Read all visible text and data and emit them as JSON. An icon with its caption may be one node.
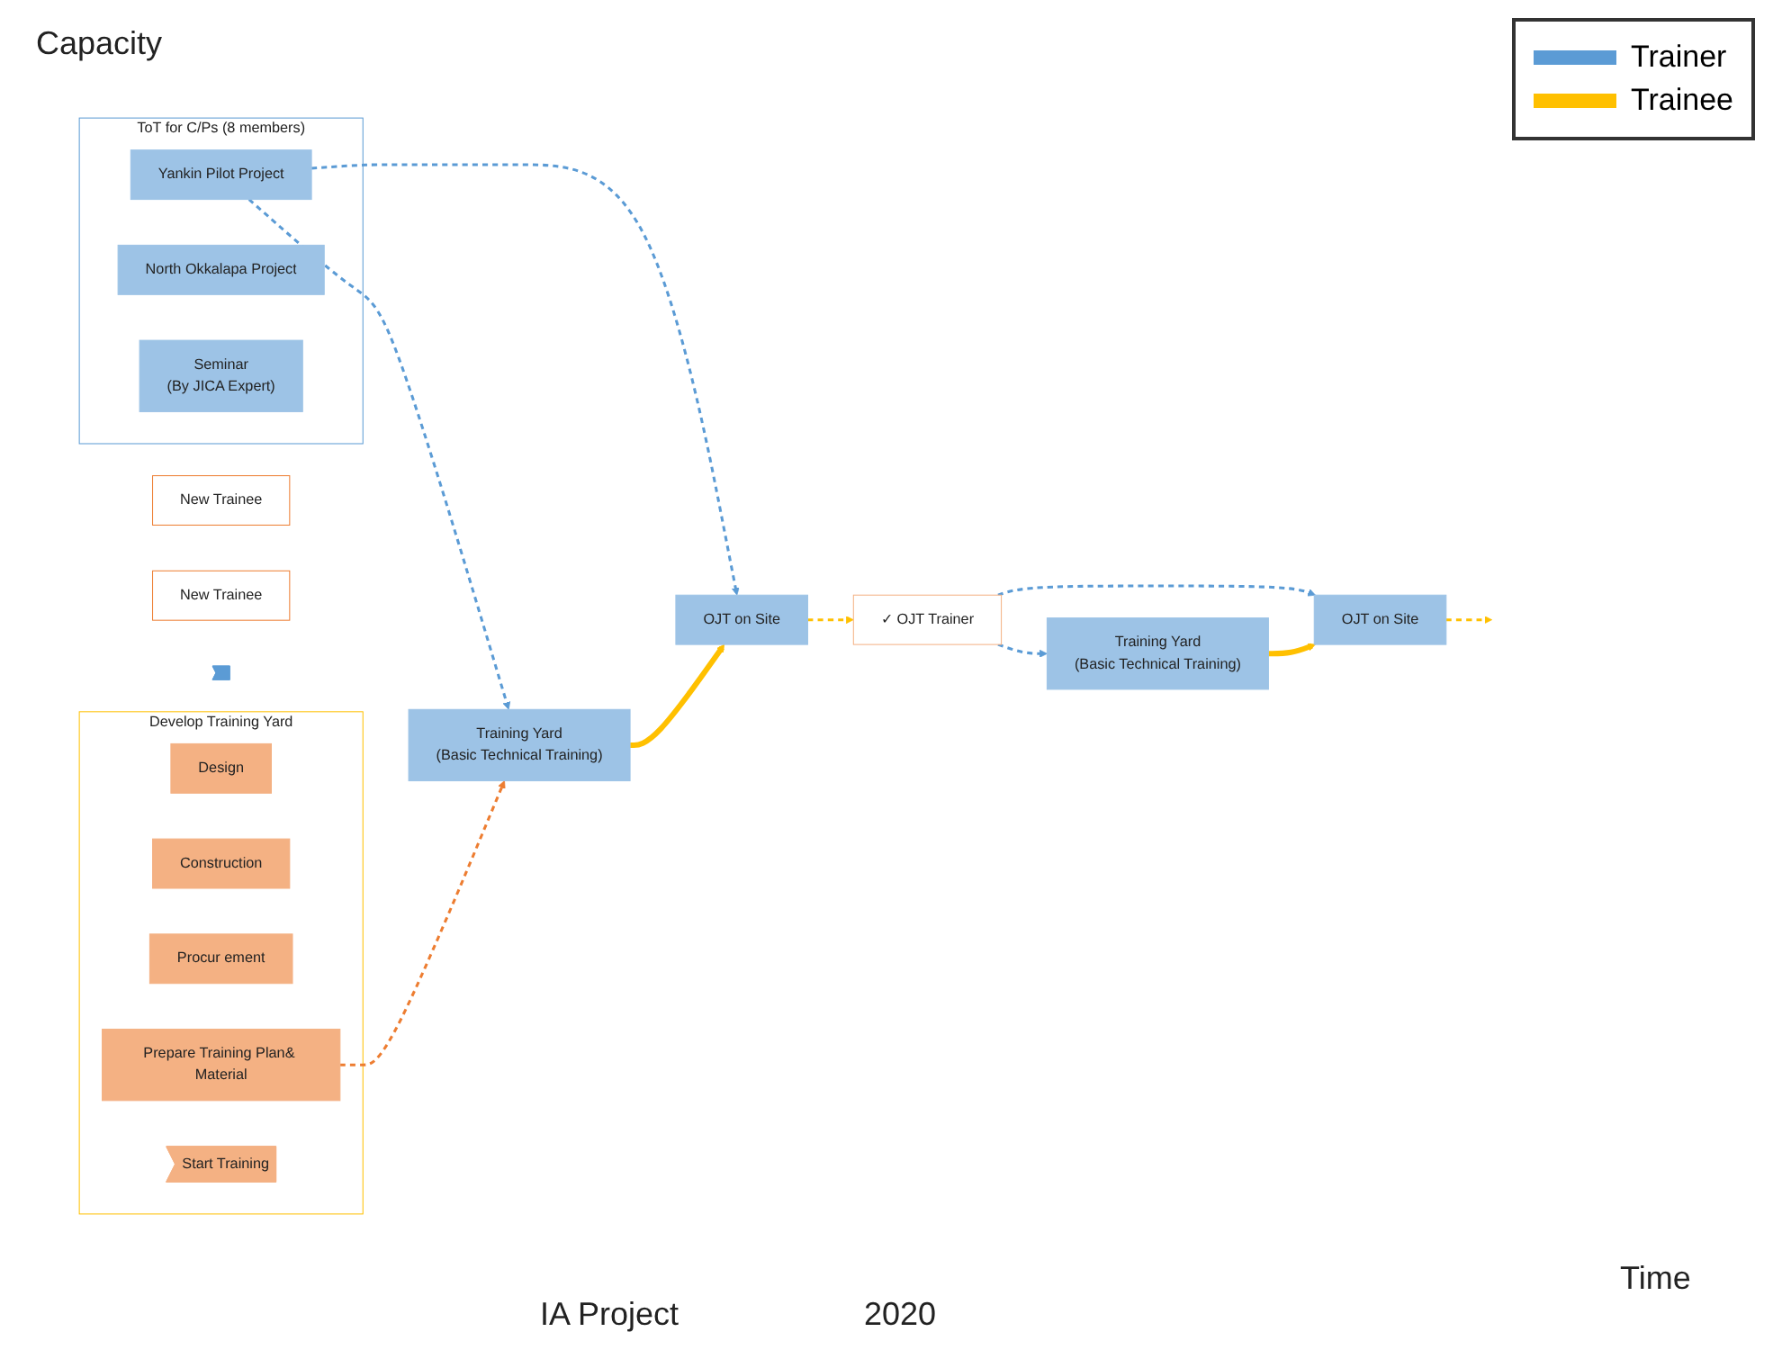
{
  "diagram": {
    "nodes": [
      {
        "text": [
          "ToT for C/Ps (8 members)"
        ]
      },
      {
        "text": [
          "Yankin Pilot Project"
        ],
        "in": 0
      },
      {
        "text": [
          "North Okkalapa Project"
        ],
        "in": 0
      },
      {
        "text": [
          "Seminar",
          "(By JICA Expert)"
        ],
        "in": 0
      },
      {
        "text": [
          "✓ OJT Trainer"
        ]
      },
      {
        "text": [
          "OJT on Site"
        ]
      },
      {
        "text": [
          "Training Yard",
          "(Basic Technical Training)"
        ]
      },
      {
        "text": [
          "New Trainee"
        ]
      },
      {
        "text": [
          "OJT on Site"
        ]
      },
      {
        "text": [
          "Training Yard",
          "(Basic Technical Training)"
        ]
      },
      {
        "text": [
          "New Trainee"
        ]
      },
      {
        "text": [],
        "shape": "arrow"
      },
      {
        "text": [
          "Develop Training Yard"
        ]
      },
      {
        "text": [
          "Design"
        ],
        "in": 12
      },
      {
        "text": [
          "Construction"
        ],
        "in": 12
      },
      {
        "text": [
          "Procur ement"
        ],
        "in": 12
      },
      {
        "text": [
          "Prepare Training Plan& Material"
        ],
        "in": 12
      },
      {
        "text": [
          "Start Training"
        ],
        "in": 12
      }
    ],
    "edges": [
      {
        "from": 1,
        "to": 5,
        "arrow": "to",
        "style": "dashed",
        "color": "#5b9bd5"
      },
      {
        "from": 1,
        "to": 6,
        "arrow": "to",
        "style": "dashed",
        "color": "#5b9bd5"
      },
      {
        "from": 6,
        "to": 5,
        "arrow": "to",
        "style": "thick",
        "color": "#ffc000"
      },
      {
        "from": 5,
        "to": 4,
        "arrow": "to",
        "style": "dashed",
        "color": "#ffc000"
      },
      {
        "from": 4,
        "to": 8,
        "arrow": "to",
        "style": "dashed",
        "color": "#5b9bd5"
      },
      {
        "from": 4,
        "to": 9,
        "arrow": "to",
        "style": "dashed",
        "color": "#5b9bd5"
      },
      {
        "from": 9,
        "to": 8,
        "arrow": "to",
        "style": "thick",
        "color": "#ffc000"
      },
      {
        "from": 8,
        "to": null,
        "arrow": "to",
        "style": "dashed",
        "color": "#ffc000"
      },
      {
        "from": 16,
        "to": 6,
        "arrow": "to",
        "style": "dashed",
        "color": "#ed7d31"
      }
    ],
    "labels": [
      "Capacity",
      "Time",
      "IA Project",
      "2020"
    ],
    "legend": [
      {
        "text": "Trainer",
        "color": "#5b9bd5"
      },
      {
        "text": "Trainee",
        "color": "#ffc000"
      }
    ]
  }
}
